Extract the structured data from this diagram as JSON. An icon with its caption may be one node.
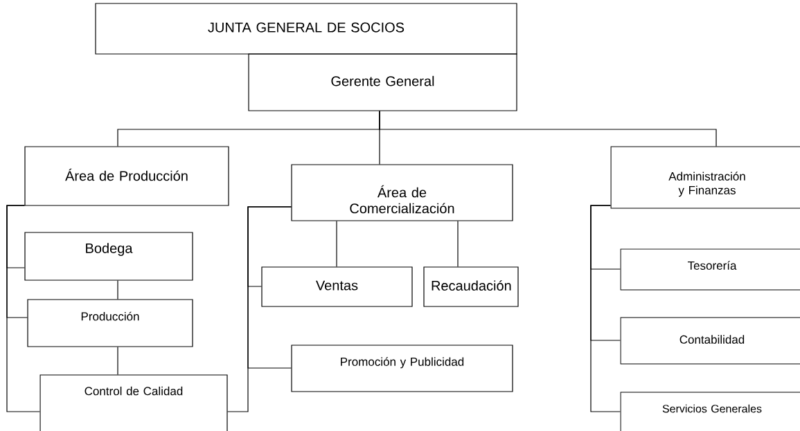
{
  "diagram": {
    "nodes": [
      {
        "text": [
          "JUNTA GENERAL DE SOCIOS"
        ]
      },
      {
        "text": [
          "Gerente General"
        ]
      },
      {
        "text": [
          "Área de Producción"
        ]
      },
      {
        "text": [
          "Área de Comercialización"
        ]
      },
      {
        "text": [
          "Administración y Finanzas"
        ]
      },
      {
        "text": [
          "Bodega"
        ]
      },
      {
        "text": [
          "Producción"
        ]
      },
      {
        "text": [
          "Control de Calidad"
        ]
      },
      {
        "text": [
          "Ventas"
        ]
      },
      {
        "text": [
          "Recaudación"
        ]
      },
      {
        "text": [
          "Promoción y Publicidad"
        ]
      },
      {
        "text": [
          "Tesorería"
        ]
      },
      {
        "text": [
          "Contabilidad"
        ]
      },
      {
        "text": [
          "Servicios Generales"
        ]
      }
    ],
    "edges": [
      {
        "from": 1,
        "to": 2,
        "arrow": "none"
      },
      {
        "from": 1,
        "to": 3,
        "arrow": "none"
      },
      {
        "from": 1,
        "to": 4,
        "arrow": "none"
      },
      {
        "from": 2,
        "to": 5,
        "arrow": "none"
      },
      {
        "from": 2,
        "to": 6,
        "arrow": "none"
      },
      {
        "from": 2,
        "to": 7,
        "arrow": "none"
      },
      {
        "from": 5,
        "to": 6,
        "arrow": "none"
      },
      {
        "from": 6,
        "to": 7,
        "arrow": "none"
      },
      {
        "from": 3,
        "to": 8,
        "arrow": "none"
      },
      {
        "from": 3,
        "to": 9,
        "arrow": "none"
      },
      {
        "from": 3,
        "to": 8,
        "arrow": "none"
      },
      {
        "from": 3,
        "to": 10,
        "arrow": "none"
      },
      {
        "from": 3,
        "to": 7,
        "arrow": "none"
      },
      {
        "from": 4,
        "to": 11,
        "arrow": "none"
      },
      {
        "from": 4,
        "to": 12,
        "arrow": "none"
      },
      {
        "from": 4,
        "to": 13,
        "arrow": "none"
      }
    ]
  }
}
